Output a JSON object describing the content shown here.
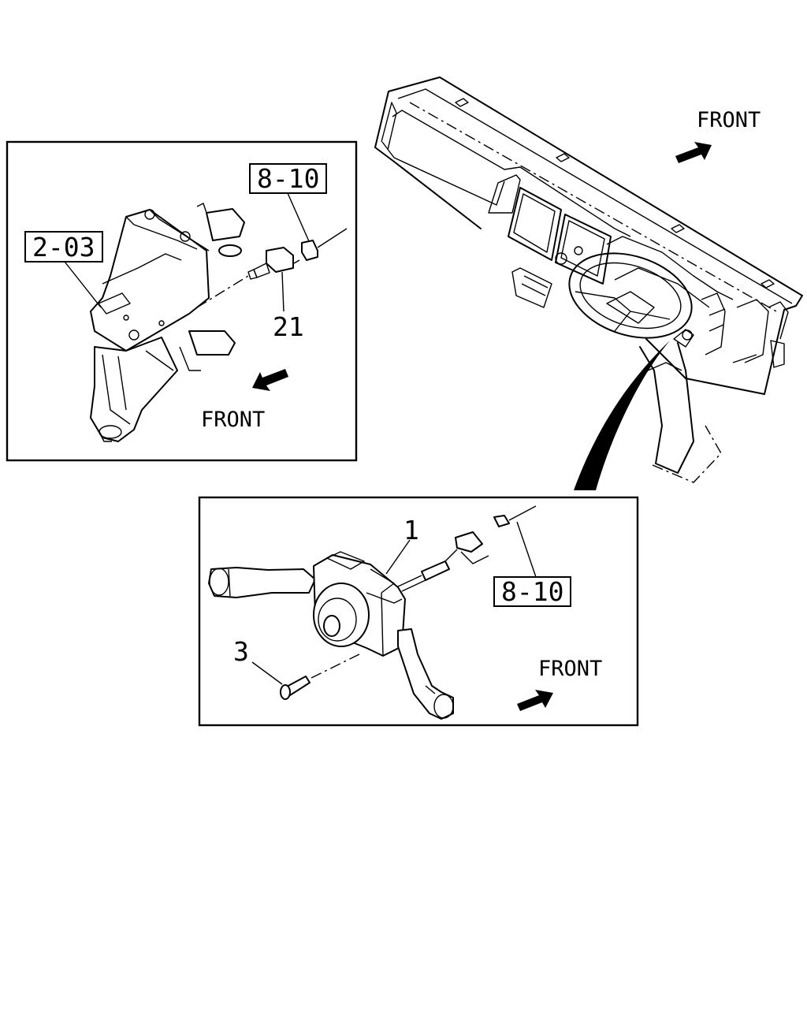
{
  "callouts": {
    "ref_8_10_top": "8-10",
    "ref_2_03": "2-03",
    "part_21": "21",
    "part_1": "1",
    "ref_8_10_bottom": "8-10",
    "part_3": "3"
  },
  "direction_labels": {
    "front_dashboard": "FRONT",
    "front_pedal": "FRONT",
    "front_switch": "FRONT"
  },
  "icons": [
    "front-arrow-icon",
    "callout-arrow-icon"
  ],
  "colors": {
    "line": "#000000",
    "background": "#ffffff"
  }
}
